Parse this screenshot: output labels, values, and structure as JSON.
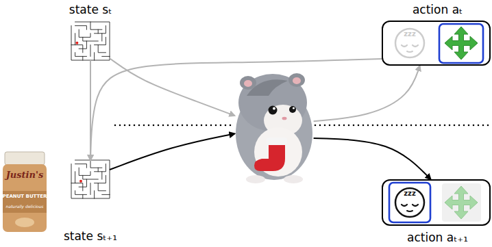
{
  "diagram": {
    "nodes": [
      {
        "text": [
          "state sₜ"
        ]
      },
      {
        "text": [
          "action aₜ"
        ]
      },
      {
        "text": []
      },
      {
        "text": [
          "state sₜ₊₁"
        ]
      },
      {
        "text": [
          "action aₜ₊₁"
        ]
      }
    ],
    "edges": [
      {
        "from": 0,
        "to": 3,
        "arrow": "to"
      },
      {
        "from": 0,
        "to": 2,
        "arrow": "to"
      },
      {
        "from": 1,
        "to": 3,
        "arrow": "to"
      },
      {
        "from": 2,
        "to": 1,
        "arrow": "to"
      },
      {
        "from": 3,
        "to": 2,
        "arrow": "to"
      },
      {
        "from": 2,
        "to": 4,
        "arrow": "to"
      }
    ],
    "labels": [
      "zzz",
      "zzz",
      "Justin's",
      "PEANUT BUTTER",
      "naturally delicious"
    ]
  }
}
